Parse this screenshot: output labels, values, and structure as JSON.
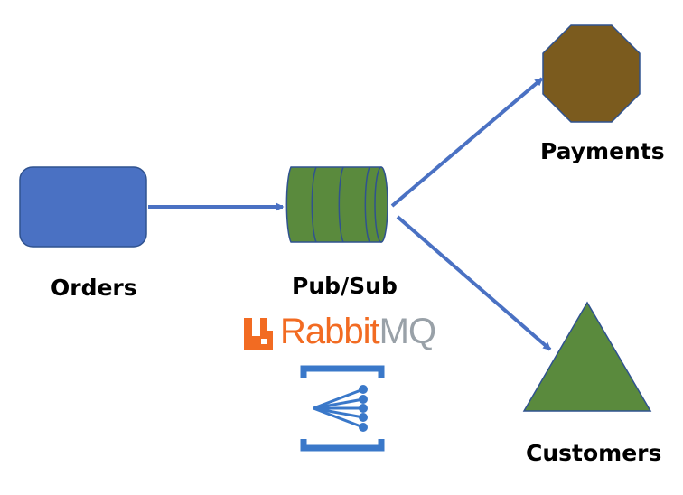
{
  "nodes": {
    "orders": {
      "label": "Orders",
      "color": "#4a71c3"
    },
    "pubsub": {
      "label": "Pub/Sub",
      "color": "#5a8a3d"
    },
    "payments": {
      "label": "Payments",
      "color": "#7b5b1e"
    },
    "customers": {
      "label": "Customers",
      "color": "#5a8a3d"
    }
  },
  "arrows": {
    "color": "#4a71c3",
    "connections": [
      {
        "from": "Orders",
        "to": "Pub/Sub"
      },
      {
        "from": "Pub/Sub",
        "to": "Payments"
      },
      {
        "from": "Pub/Sub",
        "to": "Customers"
      }
    ]
  },
  "logos": {
    "rabbitmq": {
      "brand": "RabbitMQ",
      "part1": "Rabbit",
      "part2": "MQ",
      "colors": {
        "primary": "#f26b22",
        "secondary": "#99a1a8"
      }
    },
    "event_grid": {
      "icon": "azure-event-grid-icon",
      "color": "#3a78c9"
    }
  }
}
